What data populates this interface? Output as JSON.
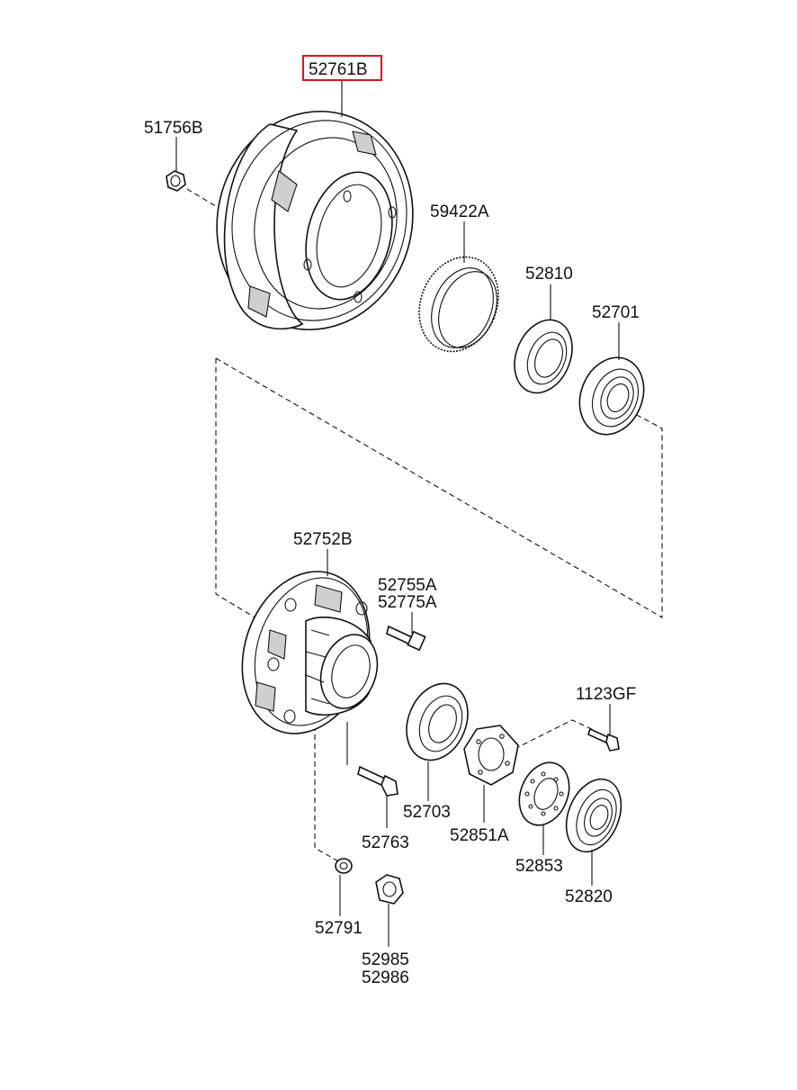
{
  "diagram": {
    "highlight_color": "#d9141b",
    "line_color": "#111111",
    "background": "#ffffff",
    "callouts": [
      {
        "id": "drum",
        "label": "52761B",
        "highlighted": true
      },
      {
        "id": "drum_nut",
        "label": "51756B"
      },
      {
        "id": "tone_ring",
        "label": "59422A"
      },
      {
        "id": "seal_outer",
        "label": "52810"
      },
      {
        "id": "bearing_outer",
        "label": "52701"
      },
      {
        "id": "hub",
        "label": "52752B"
      },
      {
        "id": "hub_bolt_a",
        "label": "52755A"
      },
      {
        "id": "hub_bolt_b",
        "label": "52775A"
      },
      {
        "id": "bolt_1123",
        "label": "1123GF"
      },
      {
        "id": "bearing_inner",
        "label": "52703"
      },
      {
        "id": "lock_nut",
        "label": "52851A"
      },
      {
        "id": "lock_washer",
        "label": "52853"
      },
      {
        "id": "seal_inner",
        "label": "52820"
      },
      {
        "id": "hub_bolt",
        "label": "52763"
      },
      {
        "id": "washer",
        "label": "52791"
      },
      {
        "id": "wheel_nut_a",
        "label": "52985"
      },
      {
        "id": "wheel_nut_b",
        "label": "52986"
      }
    ]
  }
}
